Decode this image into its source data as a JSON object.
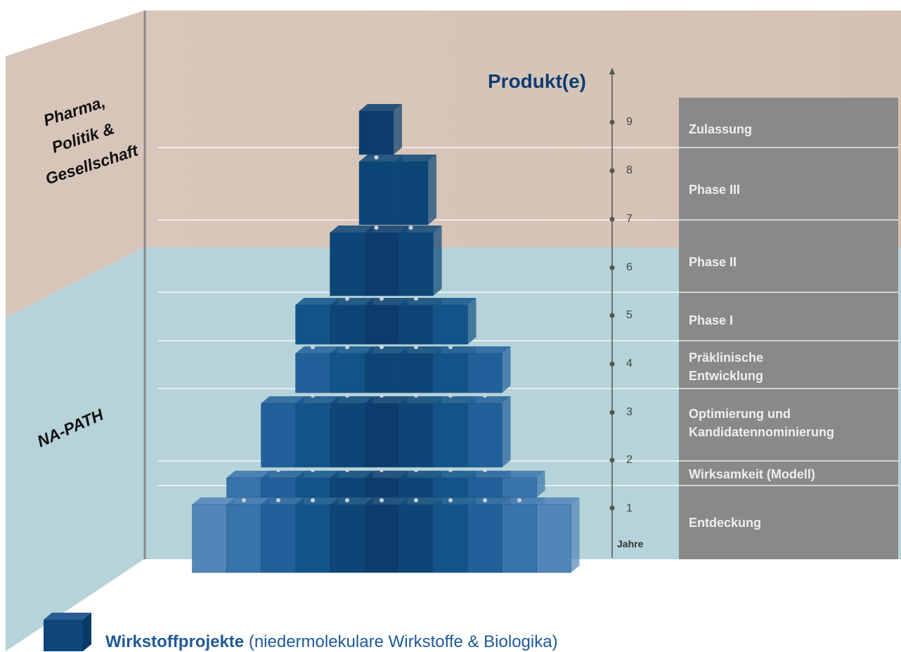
{
  "diagram": {
    "side_labels": {
      "top": [
        "Pharma,",
        "Politik &",
        "Gesellschaft"
      ],
      "bottom": "NA-PATH"
    },
    "y_title": "Produkt(e)",
    "y_unit": "Jahre",
    "year_ticks": [
      "1",
      "2",
      "3",
      "4",
      "5",
      "6",
      "7",
      "8",
      "9"
    ],
    "phases": [
      {
        "label": "Zulassung"
      },
      {
        "label": "Phase III"
      },
      {
        "label": "Phase II"
      },
      {
        "label": "Phase I"
      },
      {
        "label": "Präklinische\nEntwicklung"
      },
      {
        "label": "Optimierung und\nKandidatennominierung"
      },
      {
        "label": "Wirksamkeit (Modell)"
      },
      {
        "label": "Entdeckung"
      }
    ],
    "pyramid_tiers": [
      {
        "phase": "Entdeckung",
        "blocks": 11
      },
      {
        "phase": "Wirksamkeit (Modell)",
        "blocks": 9
      },
      {
        "phase": "Optimierung und Kandidatennominierung",
        "blocks": 7
      },
      {
        "phase": "Präklinische Entwicklung",
        "blocks": 6
      },
      {
        "phase": "Phase I",
        "blocks": 5
      },
      {
        "phase": "Phase II",
        "blocks": 3
      },
      {
        "phase": "Phase III",
        "blocks": 2
      },
      {
        "phase": "Zulassung",
        "blocks": 1
      }
    ],
    "colors": {
      "upper_zone": "#d8c5b9",
      "lower_zone": "#b5d3d9",
      "phase_panel": "#898989",
      "accent": "#0d3e72"
    }
  },
  "legend": {
    "title": "Wirkstoffprojekte",
    "description": " (niedermolekulare Wirkstoffe & Biologika)"
  }
}
